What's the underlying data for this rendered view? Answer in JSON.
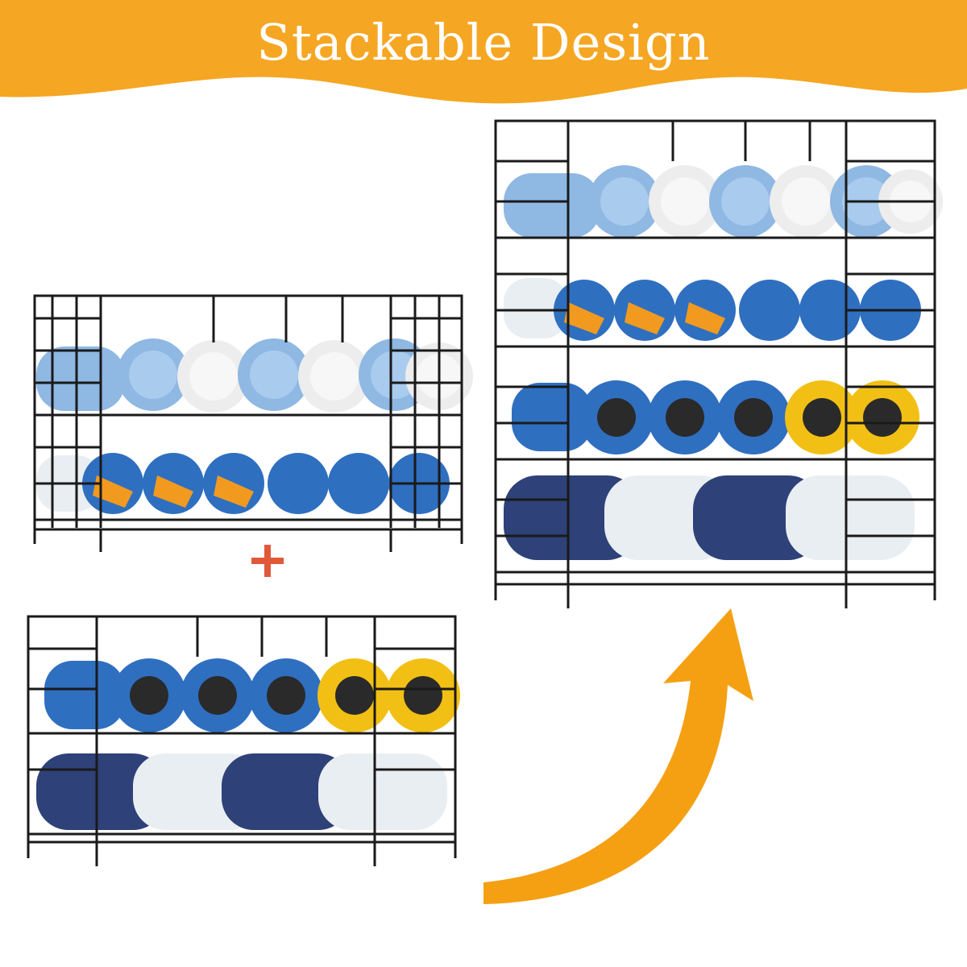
{
  "banner": {
    "title": "Stackable Design",
    "color": "#F5A623"
  },
  "colors": {
    "rack_wire": "#1a1a1a",
    "plus_sign": "#E05A3A",
    "arrow": "#F5A013",
    "bottle_light_blue": "#8FB8E3",
    "bottle_white": "#EDEDED",
    "bottle_blue": "#2F6FC0",
    "bottle_yellow": "#F2C014",
    "bottle_navy": "#2E4178",
    "bottle_clear": "#E9EEF3",
    "accent_orange": "#F29A1F"
  },
  "figures": {
    "rack_a": {
      "description_icon": "two-tier-rack-icon",
      "top_shelf": [
        "light-blue",
        "white",
        "light-blue",
        "white",
        "light-blue",
        "white"
      ],
      "bottom_shelf": [
        "clear",
        "orange-cap",
        "orange-cap",
        "orange-cap",
        "blue",
        "blue",
        "blue"
      ]
    },
    "rack_b": {
      "description_icon": "two-tier-rack-icon",
      "top_shelf": [
        "blue",
        "blue",
        "blue",
        "yellow",
        "yellow"
      ],
      "bottom_shelf": [
        "navy",
        "clear",
        "navy",
        "clear"
      ]
    },
    "rack_stacked": {
      "description_icon": "four-tier-rack-icon"
    }
  }
}
